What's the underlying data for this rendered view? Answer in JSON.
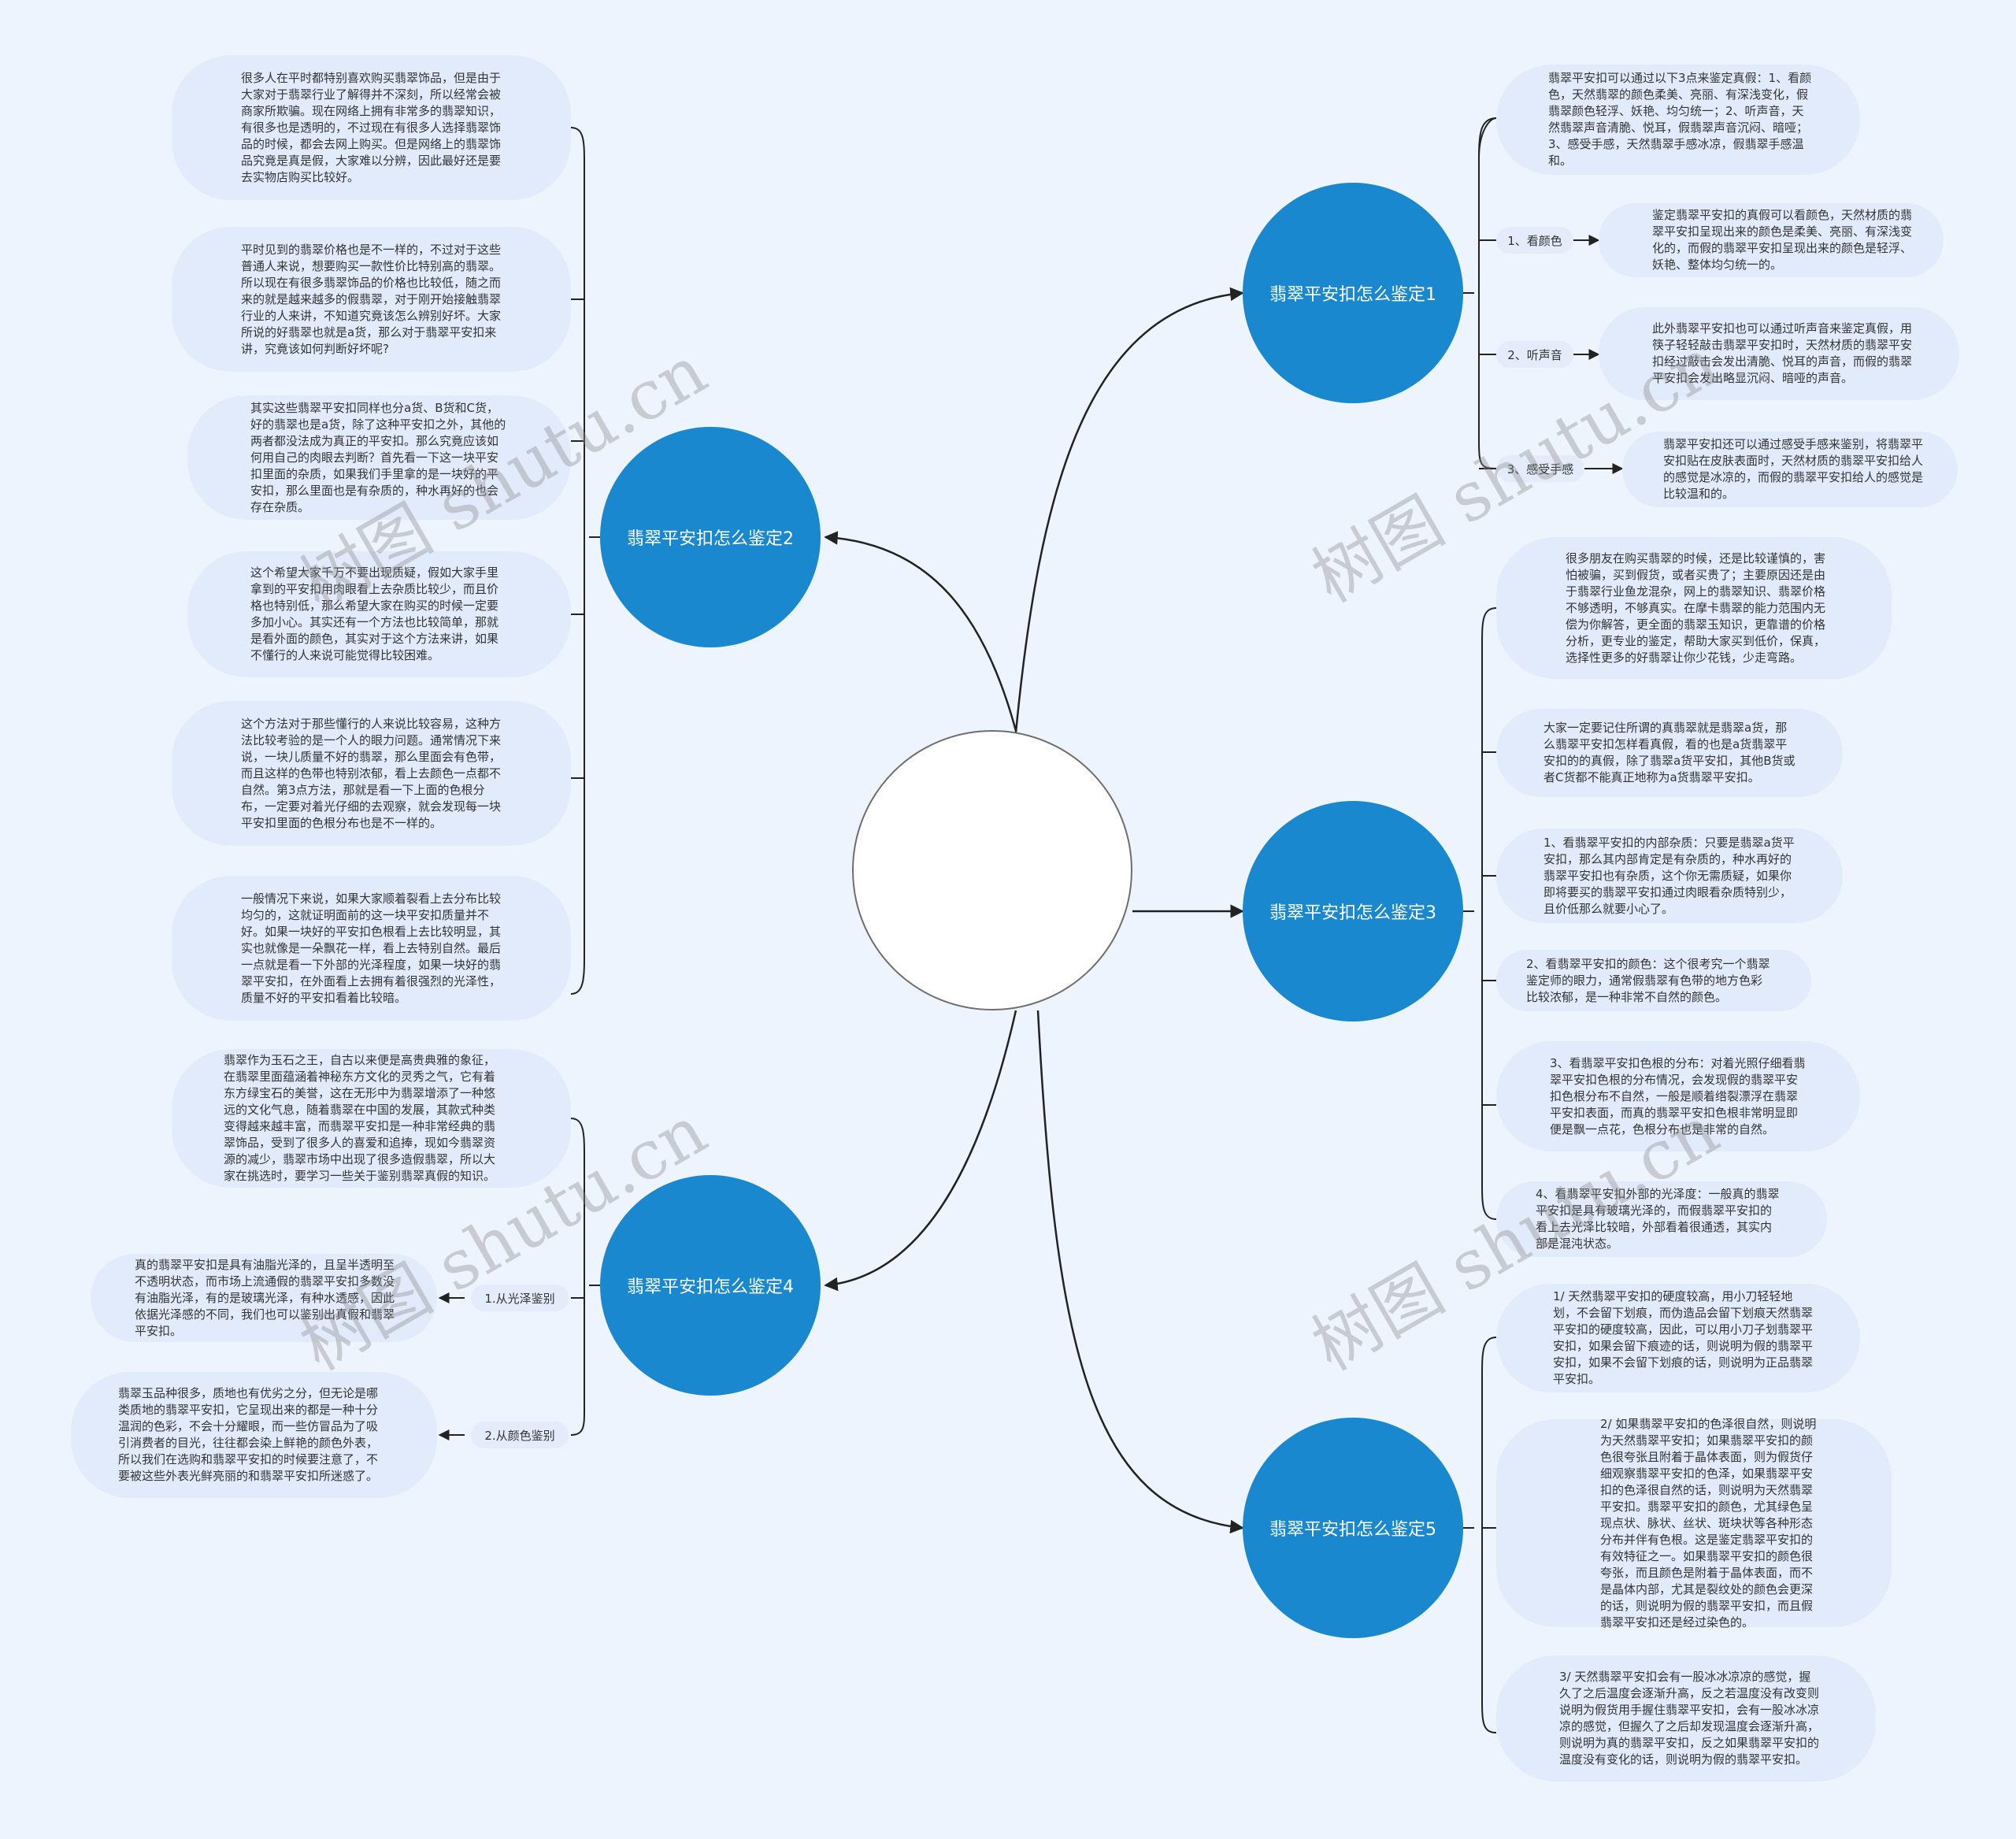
{
  "center": {
    "title": "翡翠平安扣怎么鉴定是真是假，新手一学就会"
  },
  "watermark": {
    "text": "树图 shutu.cn"
  },
  "colors": {
    "topic": "#1a88cf",
    "leaf": "#e2ebfb",
    "background": "#eef4fd",
    "line": "#222222"
  },
  "topic1": {
    "title": "翡翠平安扣怎么鉴定1",
    "intro": "翡翠平安扣可以通过以下3点来鉴定真假：1、看颜色，天然翡翠的颜色柔美、亮丽、有深浅变化，假翡翠颜色轻浮、妖艳、均匀统一；2、听声音，天然翡翠声音清脆、悦耳，假翡翠声音沉闷、暗哑；3、感受手感，天然翡翠手感冰凉，假翡翠手感温和。",
    "subs": [
      {
        "label": "1、看颜色",
        "text": "鉴定翡翠平安扣的真假可以看颜色，天然材质的翡翠平安扣呈现出来的颜色是柔美、亮丽、有深浅变化的，而假的翡翠平安扣呈现出来的颜色是轻浮、妖艳、整体均匀统一的。"
      },
      {
        "label": "2、听声音",
        "text": "此外翡翠平安扣也可以通过听声音来鉴定真假，用筷子轻轻敲击翡翠平安扣时，天然材质的翡翠平安扣经过敲击会发出清脆、悦耳的声音，而假的翡翠平安扣会发出略显沉闷、暗哑的声音。"
      },
      {
        "label": "3、感受手感",
        "text": "翡翠平安扣还可以通过感受手感来鉴别，将翡翠平安扣贴在皮肤表面时，天然材质的翡翠平安扣给人的感觉是冰凉的，而假的翡翠平安扣给人的感觉是比较温和的。"
      }
    ]
  },
  "topic2": {
    "title": "翡翠平安扣怎么鉴定2",
    "leaves": [
      "很多人在平时都特别喜欢购买翡翠饰品，但是由于大家对于翡翠行业了解得并不深刻，所以经常会被商家所欺骗。现在网络上拥有非常多的翡翠知识，有很多也是透明的，不过现在有很多人选择翡翠饰品的时候，都会去网上购买。但是网络上的翡翠饰品究竟是真是假，大家难以分辨，因此最好还是要去实物店购买比较好。",
      "平时见到的翡翠价格也是不一样的，不过对于这些普通人来说，想要购买一款性价比特别高的翡翠。所以现在有很多翡翠饰品的价格也比较低，随之而来的就是越来越多的假翡翠，对于刚开始接触翡翠行业的人来讲，不知道究竟该怎么辨别好坏。大家所说的好翡翠也就是a货，那么对于翡翠平安扣来讲，究竟该如何判断好坏呢?",
      "其实这些翡翠平安扣同样也分a货、B货和C货，好的翡翠也是a货，除了这种平安扣之外，其他的两者都没法成为真正的平安扣。那么究竟应该如何用自己的肉眼去判断？首先看一下这一块平安扣里面的杂质，如果我们手里拿的是一块好的平安扣，那么里面也是有杂质的，种水再好的也会存在杂质。",
      "这个希望大家千万不要出现质疑，假如大家手里拿到的平安扣用肉眼看上去杂质比较少，而且价格也特别低，那么希望大家在购买的时候一定要多加小心。其实还有一个方法也比较简单，那就是看外面的颜色，其实对于这个方法来讲，如果不懂行的人来说可能觉得比较困难。",
      "这个方法对于那些懂行的人来说比较容易，这种方法比较考验的是一个人的眼力问题。通常情况下来说，一块儿质量不好的翡翠，那么里面会有色带，而且这样的色带也特别浓郁，看上去颜色一点都不自然。第3点方法，那就是看一下上面的色根分布，一定要对着光仔细的去观察，就会发现每一块平安扣里面的色根分布也是不一样的。",
      "一般情况下来说，如果大家顺着裂看上去分布比较均匀的，这就证明面前的这一块平安扣质量并不好。如果一块好的平安扣色根看上去比较明显，其实也就像是一朵飘花一样，看上去特别自然。最后一点就是看一下外部的光泽程度，如果一块好的翡翠平安扣，在外面看上去拥有着很强烈的光泽性，质量不好的平安扣看着比较暗。"
    ]
  },
  "topic3": {
    "title": "翡翠平安扣怎么鉴定3",
    "leaves": [
      "很多朋友在购买翡翠的时候，还是比较谨慎的，害怕被骗，买到假货，或者买贵了；主要原因还是由于翡翠行业鱼龙混杂，网上的翡翠知识、翡翠价格不够透明，不够真实。在摩卡翡翠的能力范围内无偿为你解答，更全面的翡翠玉知识，更靠谱的价格分析，更专业的鉴定，帮助大家买到低价，保真，选择性更多的好翡翠让你少花钱，少走弯路。",
      "大家一定要记住所谓的真翡翠就是翡翠a货，那么翡翠平安扣怎样看真假，看的也是a货翡翠平安扣的的真假，除了翡翠a货平安扣，其他B货或者C货都不能真正地称为a货翡翠平安扣。",
      "1、看翡翠平安扣的内部杂质：只要是翡翠a货平安扣，那么其内部肯定是有杂质的，种水再好的翡翠平安扣也有杂质，这个你无需质疑，如果你即将要买的翡翠平安扣通过肉眼看杂质特别少，且价低那么就要小心了。",
      "2、看翡翠平安扣的颜色：这个很考究一个翡翠鉴定师的眼力，通常假翡翠有色带的地方色彩比较浓郁，是一种非常不自然的颜色。",
      "3、看翡翠平安扣色根的分布：对着光照仔细看翡翠平安扣色根的分布情况，会发现假的翡翠平安扣色根分布不自然，一般是顺着绺裂漂浮在翡翠平安扣表面，而真的翡翠平安扣色根非常明显即便是飘一点花，色根分布也是非常的自然。",
      "4、看翡翠平安扣外部的光泽度：一般真的翡翠平安扣是具有玻璃光泽的，而假翡翠平安扣的看上去光泽比较暗，外部看着很通透，其实内部是混沌状态。"
    ]
  },
  "topic4": {
    "title": "翡翠平安扣怎么鉴定4",
    "intro": "翡翠作为玉石之王，自古以来便是高贵典雅的象征，在翡翠里面蕴涵着神秘东方文化的灵秀之气，它有着东方绿宝石的美誉，这在无形中为翡翠增添了一种悠远的文化气息，随着翡翠在中国的发展，其款式种类变得越来越丰富，而翡翠平安扣是一种非常经典的翡翠饰品，受到了很多人的喜爱和追捧，现如今翡翠资源的减少，翡翠市场中出现了很多造假翡翠，所以大家在挑选时，要学习一些关于鉴别翡翠真假的知识。",
    "subs": [
      {
        "label": "1.从光泽鉴别",
        "text": "真的翡翠平安扣是具有油脂光泽的，且呈半透明至不透明状态，而市场上流通假的翡翠平安扣多数没有油脂光泽，有的是玻璃光泽，有种水透感，因此依据光泽感的不同，我们也可以鉴别出真假和翡翠平安扣。"
      },
      {
        "label": "2.从颜色鉴别",
        "text": "翡翠玉品种很多，质地也有优劣之分，但无论是哪类质地的翡翠平安扣，它呈现出来的都是一种十分温润的色彩，不会十分耀眼，而一些仿冒品为了吸引消费者的目光，往往都会染上鲜艳的颜色外表，所以我们在选购和翡翠平安扣的时候要注意了，不要被这些外表光鲜亮丽的和翡翠平安扣所迷惑了。"
      }
    ]
  },
  "topic5": {
    "title": "翡翠平安扣怎么鉴定5",
    "leaves": [
      "1/ 天然翡翠平安扣的硬度较高，用小刀轻轻地划，不会留下划痕，而伪造品会留下划痕天然翡翠平安扣的硬度较高，因此，可以用小刀子划翡翠平安扣，如果会留下痕迹的话，则说明为假的翡翠平安扣，如果不会留下划痕的话，则说明为正品翡翠平安扣。",
      "2/ 如果翡翠平安扣的色泽很自然，则说明为天然翡翠平安扣；如果翡翠平安扣的颜色很夸张且附着于晶体表面，则为假货仔细观察翡翠平安扣的色泽，如果翡翠平安扣的色泽很自然的话，则说明为天然翡翠平安扣。翡翠平安扣的颜色，尤其绿色呈现点状、脉状、丝状、斑块状等各种形态分布并伴有色根。这是鉴定翡翠平安扣的有效特征之一。如果翡翠平安扣的颜色很夸张，而且颜色是附着于晶体表面，而不是晶体内部，尤其是裂纹处的颜色会更深的话，则说明为假的翡翠平安扣，而且假翡翠平安扣还是经过染色的。",
      "3/ 天然翡翠平安扣会有一股冰冰凉凉的感觉，握久了之后温度会逐渐升高，反之若温度没有改变则说明为假货用手握住翡翠平安扣，会有一股冰冰凉凉的感觉，但握久了之后却发现温度会逐渐升高，则说明为真的翡翠平安扣，反之如果翡翠平安扣的温度没有变化的话，则说明为假的翡翠平安扣。"
    ]
  }
}
